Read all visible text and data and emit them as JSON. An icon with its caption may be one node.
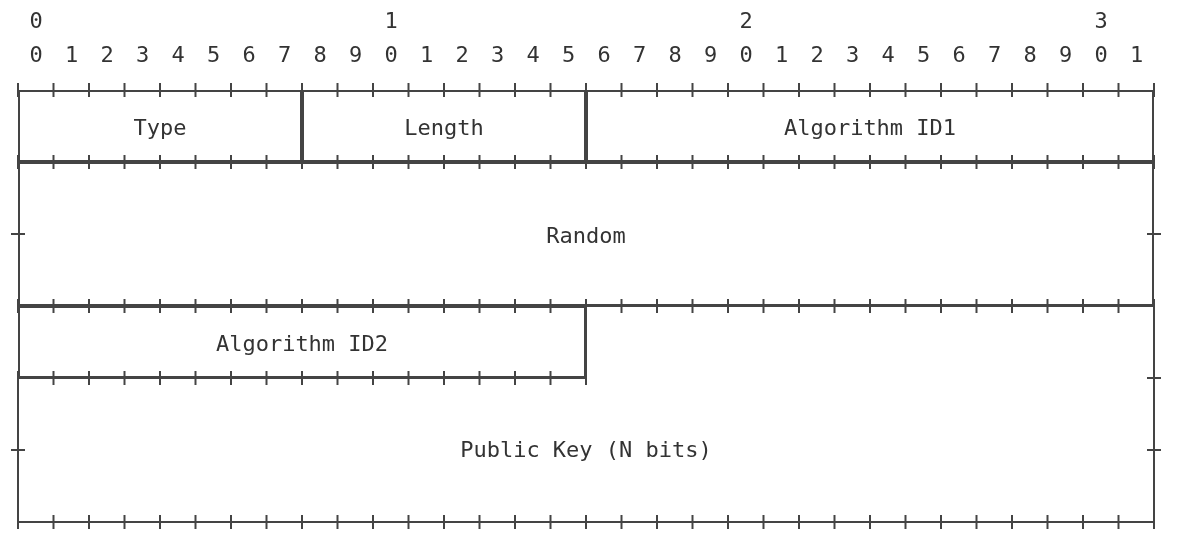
{
  "diagram": {
    "nodes": [
      {
        "text": [
          "Type"
        ]
      },
      {
        "text": [
          "Length"
        ]
      },
      {
        "text": [
          "Algorithm ID1"
        ]
      },
      {
        "text": [
          "Random"
        ]
      },
      {
        "text": [
          "Algorithm ID2"
        ]
      },
      {
        "text": [
          "Public Key (N bits)"
        ]
      }
    ],
    "labels": [
      "0",
      "1",
      "2",
      "3",
      "0",
      "1",
      "2",
      "3",
      "4",
      "5",
      "6",
      "7",
      "8",
      "9",
      "0",
      "1",
      "2",
      "3",
      "4",
      "5",
      "6",
      "7",
      "8",
      "9",
      "0",
      "1",
      "2",
      "3",
      "4",
      "5",
      "6",
      "7",
      "8",
      "9",
      "0",
      "1"
    ]
  }
}
